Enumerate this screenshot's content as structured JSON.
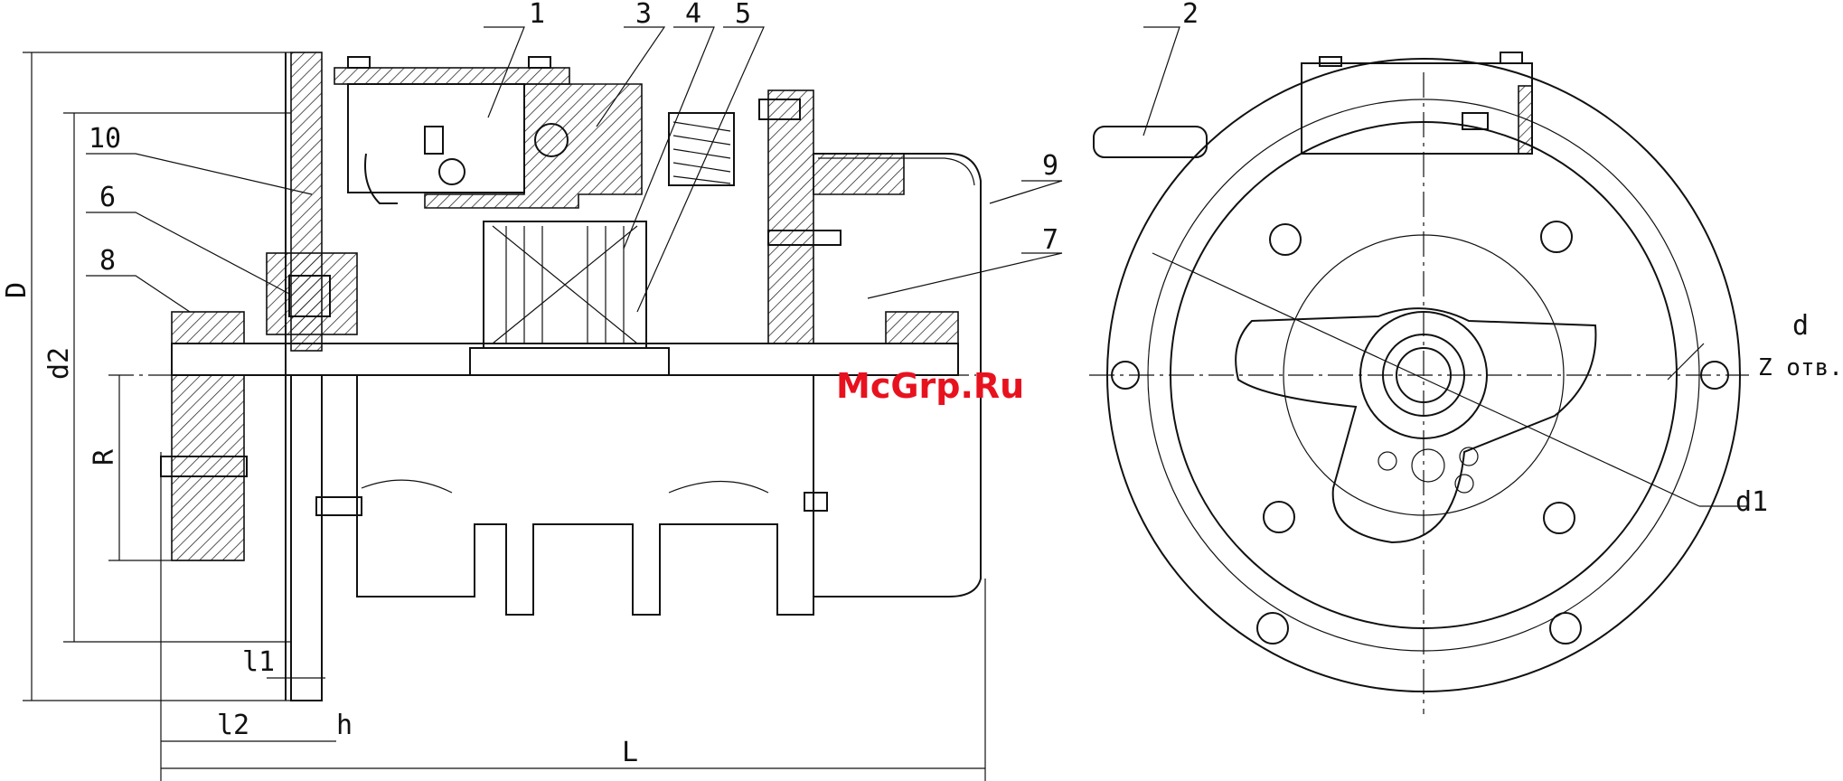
{
  "watermark": "McGrp.Ru",
  "callouts": [
    "1",
    "2",
    "3",
    "4",
    "5",
    "6",
    "7",
    "8",
    "9",
    "10"
  ],
  "dimensions": {
    "D": "D",
    "d2": "d2",
    "R": "R",
    "l1": "l1",
    "l2": "l2",
    "h": "h",
    "L": "L",
    "d": "d",
    "holes": "Z отв.",
    "d1": "d1"
  },
  "colors": {
    "line": "#111111",
    "watermark": "#e8121f"
  }
}
